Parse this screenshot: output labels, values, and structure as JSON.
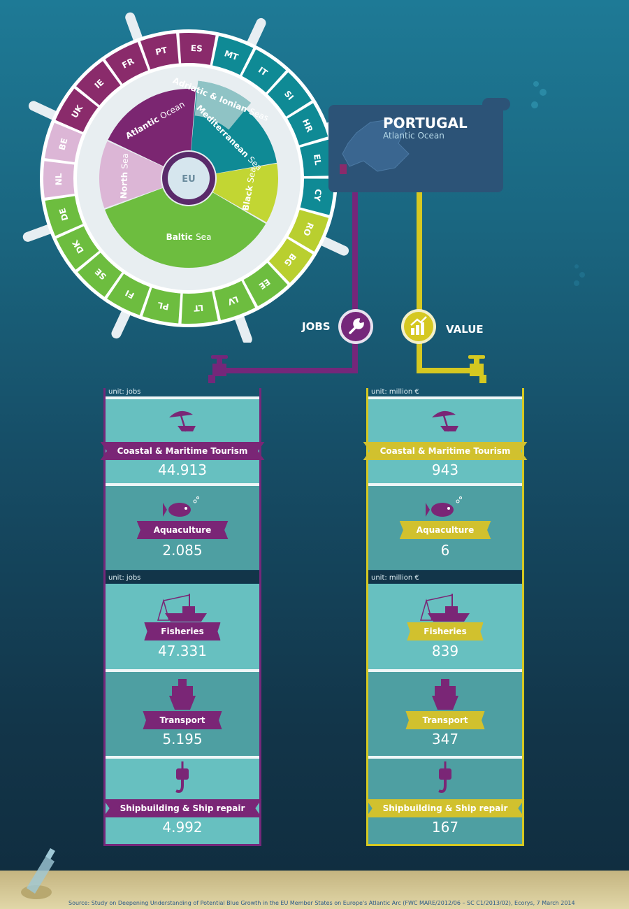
{
  "wheel": {
    "center": "EU",
    "seas": [
      {
        "bold": "Atlantic",
        "light": "Ocean",
        "color": "#7b2671"
      },
      {
        "bold": "Adriatic & Ionian",
        "light": "Seas",
        "color": "#8fc3c5"
      },
      {
        "bold": "Mediterranean",
        "light": "Sea",
        "color": "#0f8a95"
      },
      {
        "bold": "Black",
        "light": "Sea",
        "color": "#c2d633"
      },
      {
        "bold": "Baltic",
        "light": "Sea",
        "color": "#6dbd3f"
      },
      {
        "bold": "North",
        "light": "Sea",
        "color": "#dcb6d6"
      }
    ],
    "countries": [
      {
        "code": "PT",
        "color": "#8a2b6b",
        "highlight": true
      },
      {
        "code": "ES",
        "color": "#8a2b6b",
        "highlight": false
      },
      {
        "code": "MT",
        "color": "#0f8a95",
        "highlight": false
      },
      {
        "code": "IT",
        "color": "#0f8a95",
        "highlight": false
      },
      {
        "code": "SI",
        "color": "#0f8a95",
        "highlight": false
      },
      {
        "code": "HR",
        "color": "#0f8a95",
        "highlight": false
      },
      {
        "code": "EL",
        "color": "#0f8a95",
        "highlight": false
      },
      {
        "code": "CY",
        "color": "#0f8a95",
        "highlight": false
      },
      {
        "code": "RO",
        "color": "#b9cf2f",
        "highlight": false
      },
      {
        "code": "BG",
        "color": "#b9cf2f",
        "highlight": false
      },
      {
        "code": "EE",
        "color": "#6dbd3f",
        "highlight": false
      },
      {
        "code": "LV",
        "color": "#6dbd3f",
        "highlight": false
      },
      {
        "code": "LT",
        "color": "#6dbd3f",
        "highlight": false
      },
      {
        "code": "PL",
        "color": "#6dbd3f",
        "highlight": false
      },
      {
        "code": "FI",
        "color": "#6dbd3f",
        "highlight": false
      },
      {
        "code": "SE",
        "color": "#6dbd3f",
        "highlight": false
      },
      {
        "code": "DK",
        "color": "#6dbd3f",
        "highlight": false
      },
      {
        "code": "DE",
        "color": "#6dbd3f",
        "highlight": false
      },
      {
        "code": "NL",
        "color": "#dcb6d6",
        "highlight": false
      },
      {
        "code": "BE",
        "color": "#dcb6d6",
        "highlight": false
      },
      {
        "code": "UK",
        "color": "#8a2b6b",
        "highlight": false
      },
      {
        "code": "IE",
        "color": "#8a2b6b",
        "highlight": false
      },
      {
        "code": "FR",
        "color": "#8a2b6b",
        "highlight": false
      }
    ]
  },
  "banner": {
    "title": "PORTUGAL",
    "subtitle": "Atlantic Ocean"
  },
  "labels": {
    "jobs": "JOBS",
    "value": "VALUE"
  },
  "jobs_column": {
    "unit_top": "unit: jobs",
    "unit_bottom": "unit: jobs",
    "items": [
      {
        "name": "Coastal & Maritime Tourism",
        "value": "44.913",
        "icon": "beach-umbrella-icon"
      },
      {
        "name": "Aquaculture",
        "value": "2.085",
        "icon": "fish-icon"
      },
      {
        "name": "Fisheries",
        "value": "47.331",
        "icon": "fishing-boat-icon"
      },
      {
        "name": "Transport",
        "value": "5.195",
        "icon": "ship-icon"
      },
      {
        "name": "Shipbuilding & Ship repair",
        "value": "4.992",
        "icon": "crane-hook-icon"
      }
    ]
  },
  "value_column": {
    "unit_top": "unit: million €",
    "unit_bottom": "unit: million €",
    "items": [
      {
        "name": "Coastal & Maritime Tourism",
        "value": "943",
        "icon": "beach-umbrella-icon"
      },
      {
        "name": "Aquaculture",
        "value": "6",
        "icon": "fish-icon"
      },
      {
        "name": "Fisheries",
        "value": "839",
        "icon": "fishing-boat-icon"
      },
      {
        "name": "Transport",
        "value": "347",
        "icon": "ship-icon"
      },
      {
        "name": "Shipbuilding & Ship repair",
        "value": "167",
        "icon": "crane-hook-icon"
      }
    ]
  },
  "source": "Source: Study on Deepening Understanding of Potential Blue Growth in the EU Member States on Europe's Atlantic Arc (FWC MARE/2012/06 – SC C1/2013/02),  Ecorys, 7 March 2014",
  "colors": {
    "purple": "#7a2676",
    "yellow": "#d5c821",
    "teal_light": "#67c0c0",
    "teal_dark": "#4e9fa2"
  }
}
